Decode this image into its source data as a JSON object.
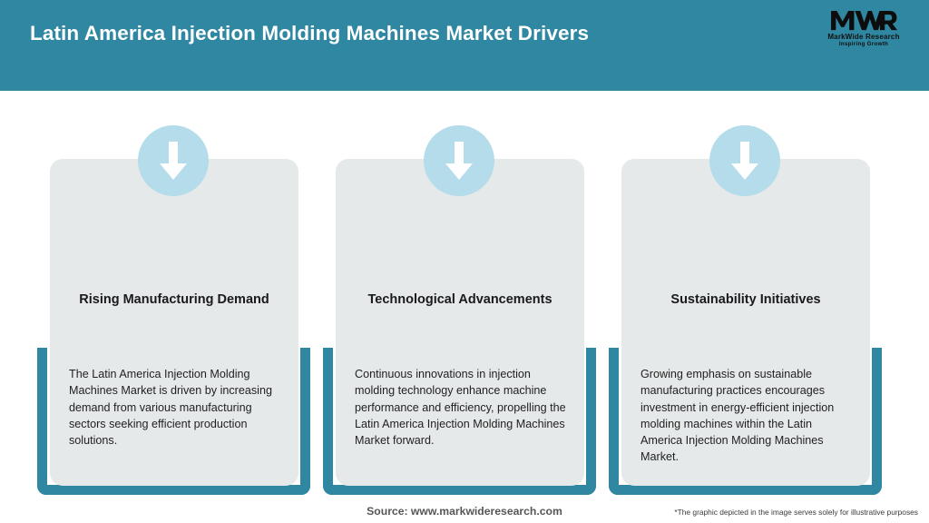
{
  "header": {
    "title": "Latin America Injection Molding Machines Market Drivers",
    "band_color": "#2f87a1",
    "title_color": "#ffffff"
  },
  "logo": {
    "mark_text": "MWR",
    "company_name": "MarkWide Research",
    "tagline": "Inspiring Growth"
  },
  "cards": [
    {
      "icon": "arrow-down-icon",
      "title": "Rising Manufacturing Demand",
      "body": "The Latin America Injection Molding Machines Market is driven by increasing demand from various manufacturing sectors seeking efficient production solutions."
    },
    {
      "icon": "arrow-down-icon",
      "title": "Technological Advancements",
      "body": "Continuous innovations in injection molding technology enhance machine performance and efficiency, propelling the Latin America Injection Molding Machines Market forward."
    },
    {
      "icon": "arrow-down-icon",
      "title": "Sustainability Initiatives",
      "body": "Growing emphasis on sustainable manufacturing practices encourages investment in energy-efficient injection molding machines within the Latin America Injection Molding Machines Market."
    }
  ],
  "footer": {
    "source": "Source: www.markwideresearch.com",
    "disclaimer": "*The graphic depicted in the image serves solely for illustrative purposes"
  },
  "colors": {
    "teal": "#2f87a1",
    "card_bg": "#e6e9ea",
    "icon_circle": "#b5dcea",
    "arrow_white": "#ffffff"
  }
}
